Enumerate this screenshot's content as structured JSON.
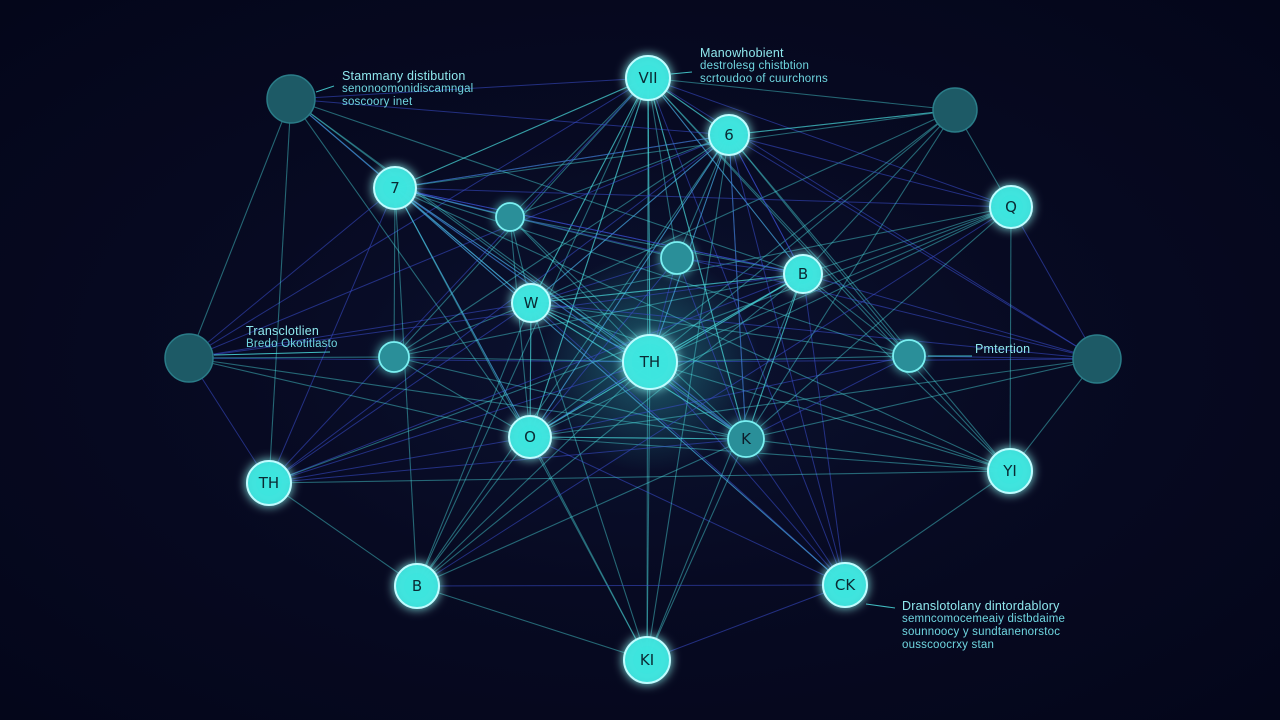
{
  "colors": {
    "background": "#05071a",
    "node_bright": "#3ee6e0",
    "node_dim": "#1d5a66",
    "edge_bright": "#4fe8e8",
    "edge_blue": "#3a4fd0",
    "annotation_text": "#6fd6e0"
  },
  "nodes": [
    {
      "id": "n_top",
      "label": "VII",
      "style": "bright"
    },
    {
      "id": "n_6",
      "label": "6",
      "style": "bright"
    },
    {
      "id": "n_tl_dim",
      "label": "",
      "style": "dim"
    },
    {
      "id": "n_tr_dim",
      "label": "",
      "style": "dim"
    },
    {
      "id": "n_7",
      "label": "7",
      "style": "bright"
    },
    {
      "id": "n_q",
      "label": "Q",
      "style": "bright"
    },
    {
      "id": "n_small1",
      "label": "",
      "style": "mid"
    },
    {
      "id": "n_small2",
      "label": "",
      "style": "mid"
    },
    {
      "id": "n_b_right",
      "label": "B",
      "style": "bright"
    },
    {
      "id": "n_w",
      "label": "W",
      "style": "bright"
    },
    {
      "id": "n_center",
      "label": "TH",
      "style": "bright"
    },
    {
      "id": "n_left_dim",
      "label": "",
      "style": "dim"
    },
    {
      "id": "n_left_small",
      "label": "",
      "style": "mid"
    },
    {
      "id": "n_right_small",
      "label": "",
      "style": "mid"
    },
    {
      "id": "n_right_dim",
      "label": "",
      "style": "dim"
    },
    {
      "id": "n_o",
      "label": "O",
      "style": "bright"
    },
    {
      "id": "n_k",
      "label": "K",
      "style": "mid"
    },
    {
      "id": "n_th_left",
      "label": "TH",
      "style": "bright"
    },
    {
      "id": "n_yi",
      "label": "YI",
      "style": "bright"
    },
    {
      "id": "n_b_bottom",
      "label": "B",
      "style": "bright"
    },
    {
      "id": "n_ck",
      "label": "CK",
      "style": "bright"
    },
    {
      "id": "n_bottom",
      "label": "KI",
      "style": "bright"
    }
  ],
  "annotations": {
    "top_left": {
      "title": "Stammany distibution",
      "lines": [
        "senonoomonidiscamngal",
        "soscoory inet"
      ]
    },
    "top_right": {
      "title": "Manowhobient",
      "lines": [
        "destrolesg chistbtion",
        "scrtoudoo of cuurchorns"
      ]
    },
    "mid_left": {
      "title": "Transclotlien",
      "lines": [
        "Bredo Okotitlasto"
      ]
    },
    "mid_right": {
      "title": "Pmtertion",
      "lines": []
    },
    "bottom_right": {
      "title": "Dranslotolany dintordablory",
      "lines": [
        "semncomocemeaiy distbdaime",
        "sounnoocy y sundtanenorstoc",
        "ousscoocrxy stan"
      ]
    }
  }
}
